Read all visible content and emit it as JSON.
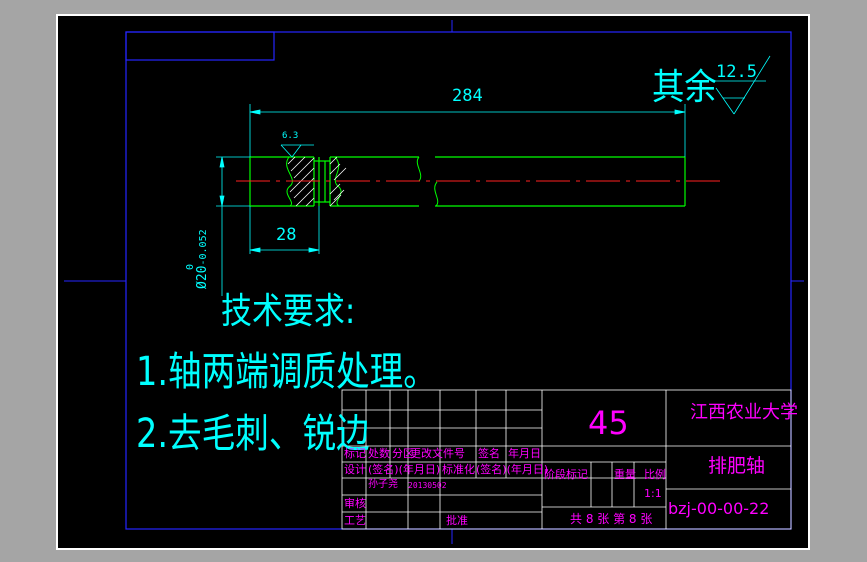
{
  "drawing": {
    "dimensions": {
      "overall_length": "284",
      "shoulder_length": "28",
      "diameter": "Ø20",
      "diameter_tolerance_upper": "0",
      "diameter_tolerance_lower": "-0.052",
      "local_roughness": "6.3"
    },
    "roughness_note": {
      "label": "其余",
      "value": "12.5"
    },
    "technical_requirements": {
      "title": "技术要求:",
      "item1": "1.轴两端调质处理。",
      "item2": "2.去毛刺、锐边"
    }
  },
  "title_block": {
    "material": "45",
    "university": "江西农业大学",
    "part_name": "排肥轴",
    "drawing_number": "bzj-00-00-22",
    "scale_value": "1:1",
    "sheet_info": "共 8 张 第 8 张",
    "labels": {
      "mark": "标记",
      "count": "处数",
      "zone": "分区",
      "change_doc": "更改文件号",
      "signature": "签名",
      "date": "年月日",
      "design": "设计",
      "sign_date": "(签名)(年月日)",
      "standardization": "标准化",
      "sign_date2": "(签名)(年月日)",
      "stage_mark": "阶段标记",
      "weight": "重量",
      "scale": "比例",
      "review": "审核",
      "process": "工艺",
      "approve": "批准"
    },
    "designer_name": "孙子尧",
    "designer_id": "20130502"
  },
  "colors": {
    "background": "#000000",
    "frame": "#0000ff",
    "outline": "#00ff00",
    "centerline": "#ff0000",
    "dimension": "#00ffff",
    "hatch": "#ffffff",
    "title_text": "#ff00ff"
  }
}
